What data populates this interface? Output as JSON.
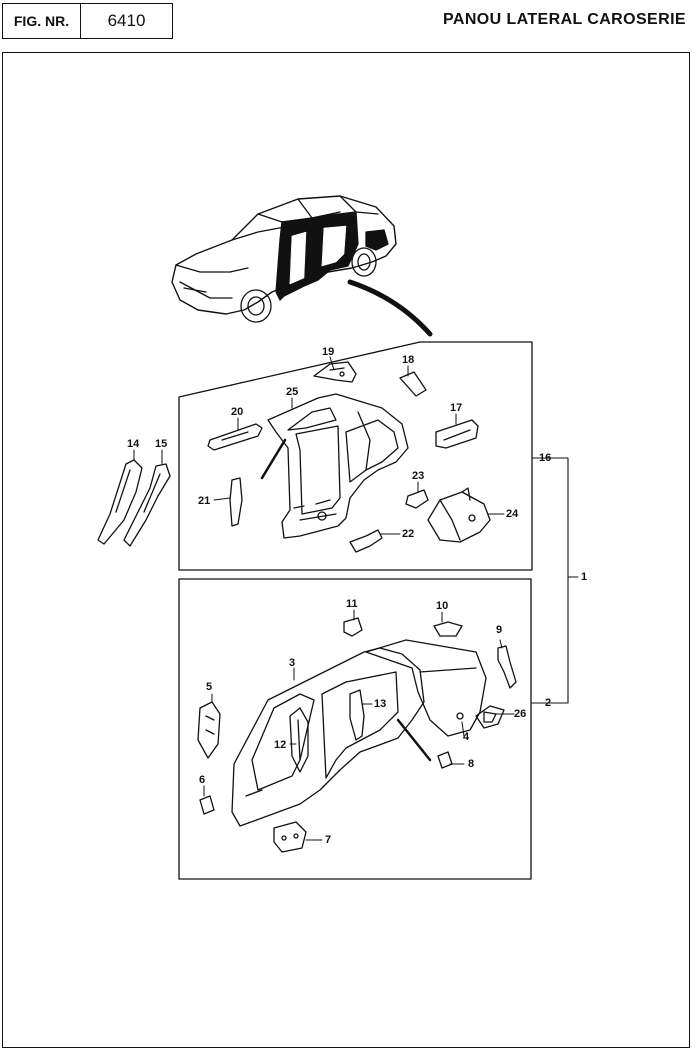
{
  "header": {
    "fig_label": "FIG. NR.",
    "fig_number": "6410",
    "title": "PANOU LATERAL CAROSERIE"
  },
  "callouts": [
    "1",
    "2",
    "3",
    "4",
    "5",
    "6",
    "7",
    "8",
    "9",
    "10",
    "11",
    "12",
    "13",
    "14",
    "15",
    "16",
    "17",
    "18",
    "19",
    "20",
    "21",
    "22",
    "23",
    "24",
    "25",
    "26"
  ]
}
